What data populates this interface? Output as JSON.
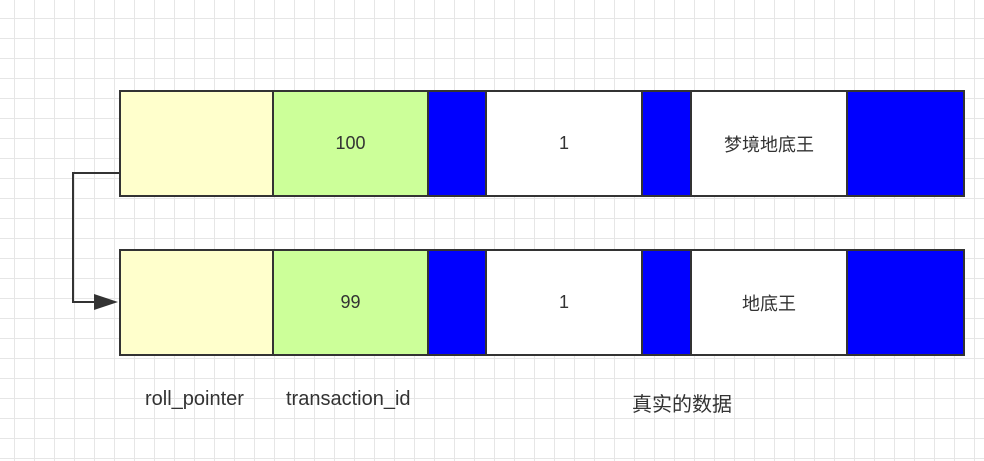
{
  "records": [
    {
      "transaction_id": "100",
      "value": "1",
      "name": "梦境地底王"
    },
    {
      "transaction_id": "99",
      "value": "1",
      "name": "地底王"
    }
  ],
  "labels": {
    "roll_pointer": "roll_pointer",
    "transaction_id": "transaction_id",
    "real_data": "真实的数据"
  },
  "colors": {
    "roll_pointer_fill": "#ffffcc",
    "transaction_id_fill": "#ccff99",
    "separator_fill": "#0000ff",
    "data_fill": "#ffffff",
    "stroke": "#333333"
  }
}
